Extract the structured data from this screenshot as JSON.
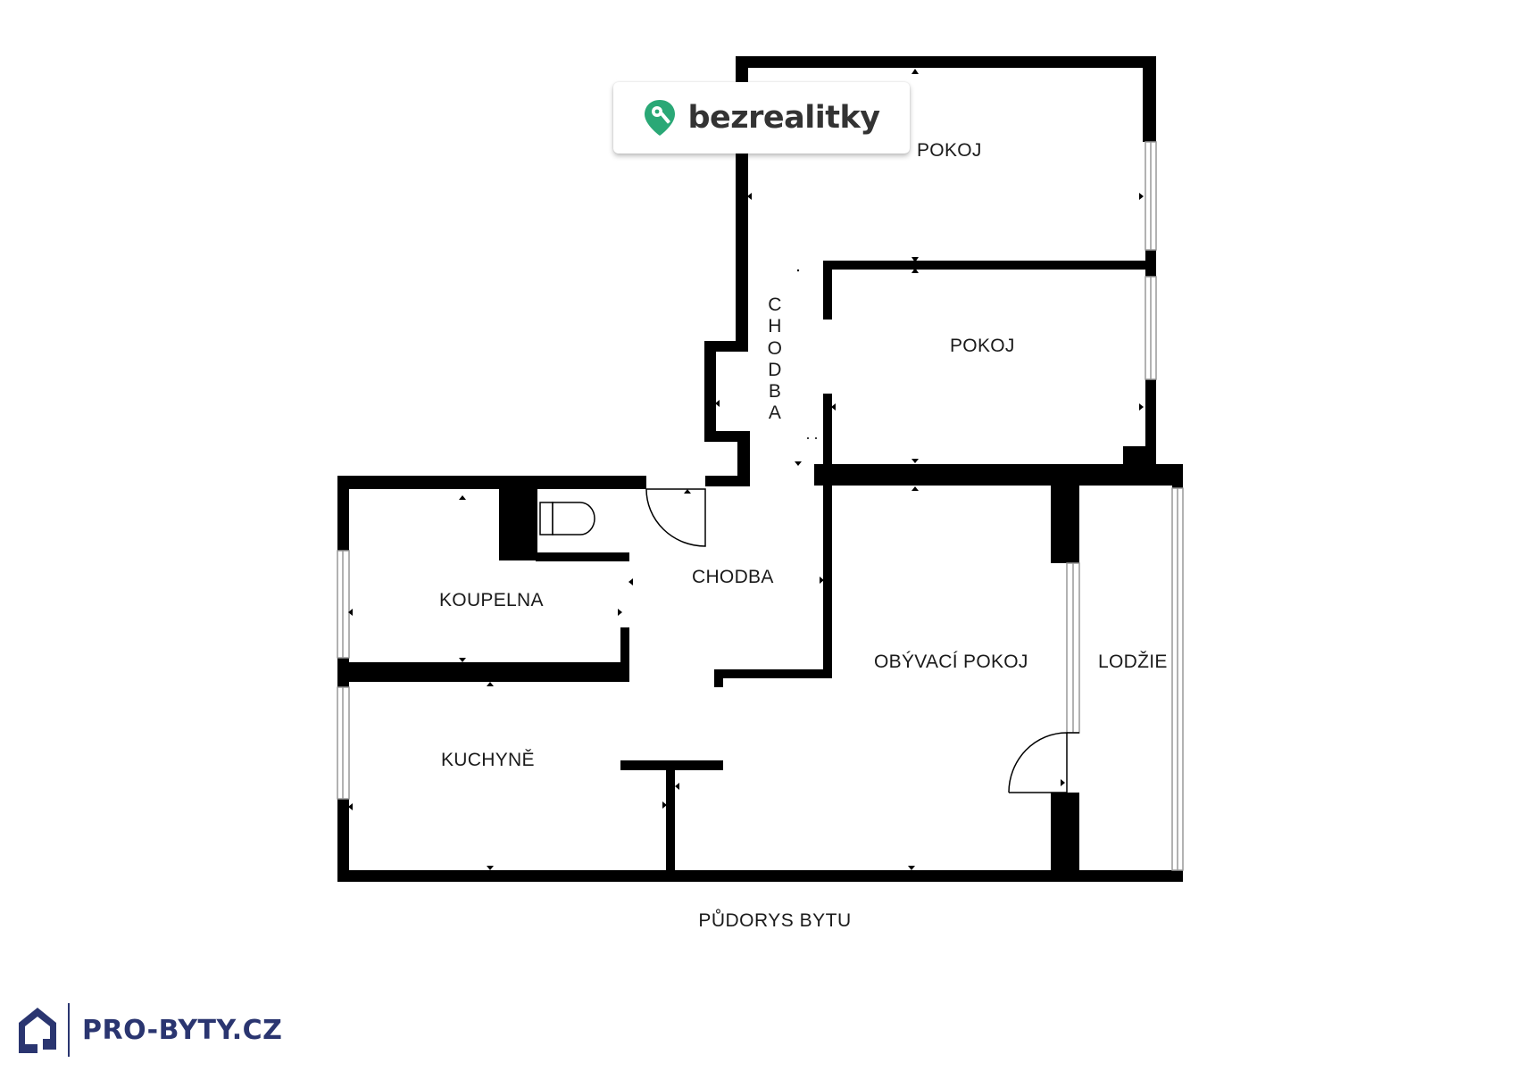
{
  "rooms": {
    "pokoj_top": "POKOJ",
    "pokoj_middle": "POKOJ",
    "chodba_vertical": [
      "C",
      "H",
      "O",
      "D",
      "B",
      "A"
    ],
    "koupelna": "KOUPELNA",
    "chodba": "CHODBA",
    "obyvaci_pokoj": "OBÝVACÍ POKOJ",
    "lodzie": "LODŽIE",
    "kuchyne": "KUCHYNĚ"
  },
  "caption": "PŮDORYS BYTU",
  "brand": {
    "bezrealitky": "bezrealitky",
    "bezrealitky_color": "#2aa876",
    "probyty": "PRO-BYTY.CZ",
    "probyty_color": "#2a3570"
  },
  "colors": {
    "wall": "#000000",
    "window": "#bbbbbb",
    "label": "#1a1a1a"
  }
}
